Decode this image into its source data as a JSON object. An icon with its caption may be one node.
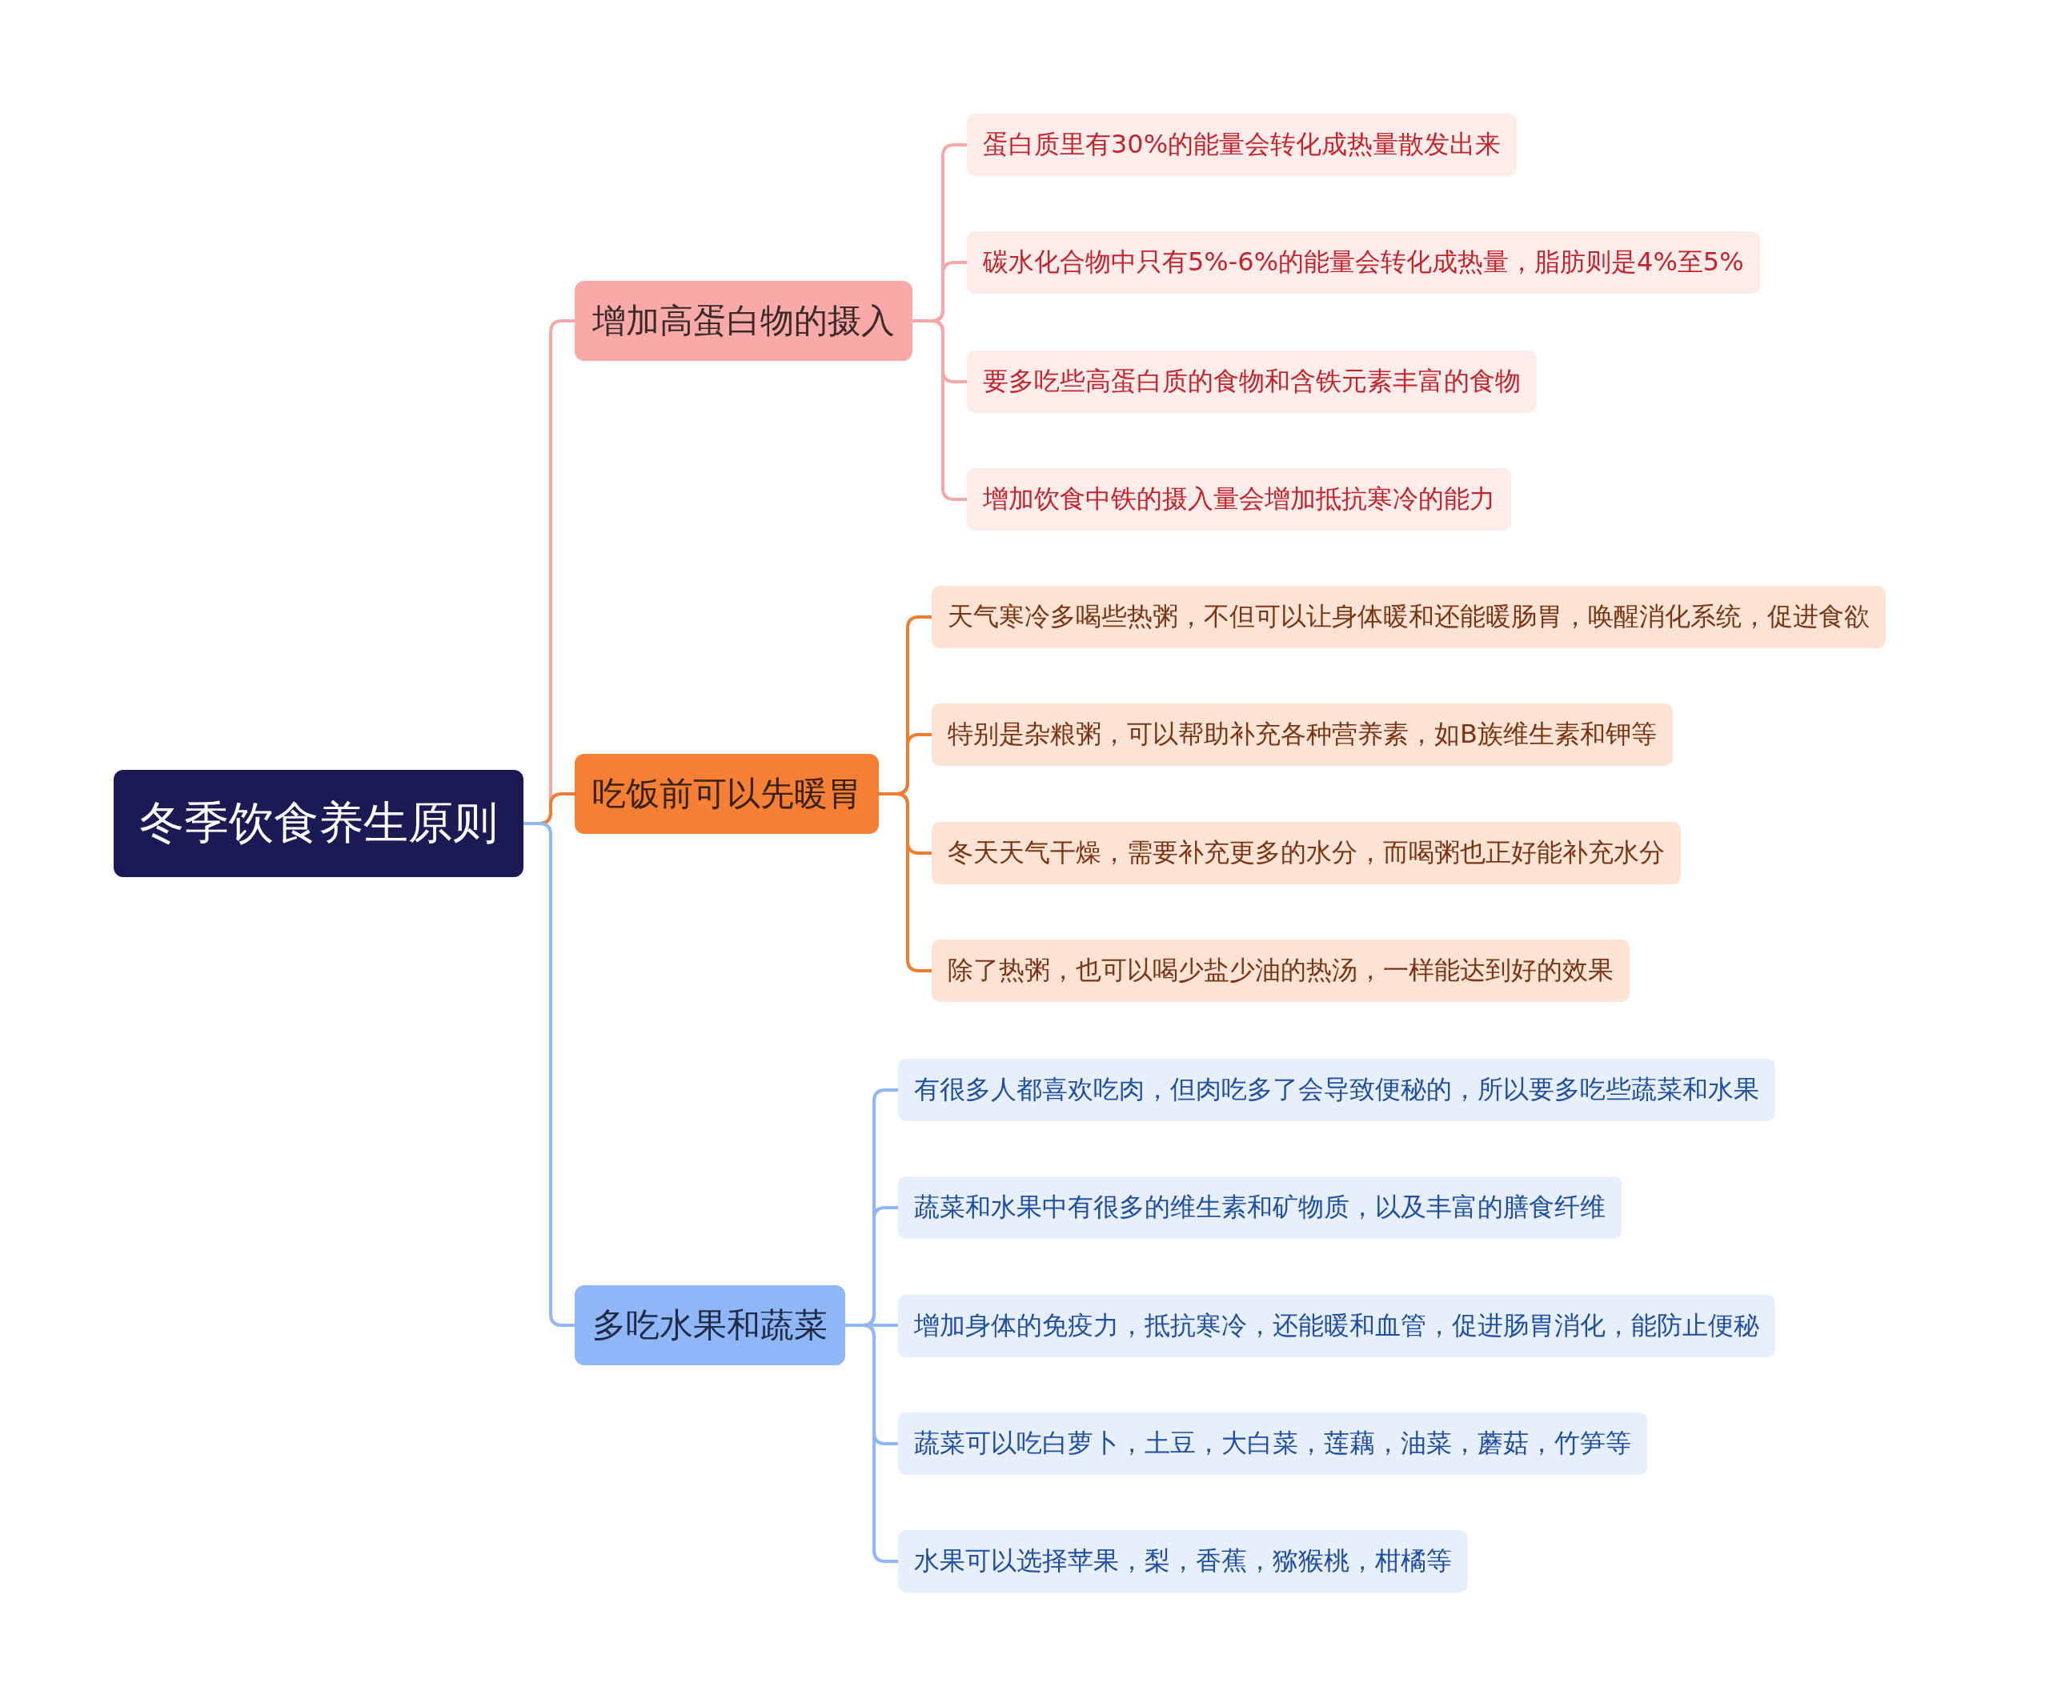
{
  "diagram": {
    "nodes": [
      {
        "text": [
          "冬季饮食养生原则"
        ]
      },
      {
        "text": [
          "增加高蛋白物的摄入"
        ]
      },
      {
        "text": [
          "蛋白质里有30%的能量会转化成热量散发出来"
        ]
      },
      {
        "text": [
          "碳水化合物中只有5%-6%的能量会转化成热量，脂肪则是4%至5%"
        ]
      },
      {
        "text": [
          "要多吃些高蛋白质的食物和含铁元素丰富的食物"
        ]
      },
      {
        "text": [
          "增加饮食中铁的摄入量会增加抵抗寒冷的能力"
        ]
      },
      {
        "text": [
          "吃饭前可以先暖胃"
        ]
      },
      {
        "text": [
          "天气寒冷多喝些热粥，不但可以让身体暖和还能暖肠胃，唤醒消化系统，促进食欲"
        ]
      },
      {
        "text": [
          "特别是杂粮粥，可以帮助补充各种营养素，如B族维生素和钾等"
        ]
      },
      {
        "text": [
          "冬天天气干燥，需要补充更多的水分，而喝粥也正好能补充水分"
        ]
      },
      {
        "text": [
          "除了热粥，也可以喝少盐少油的热汤，一样能达到好的效果"
        ]
      },
      {
        "text": [
          "多吃水果和蔬菜"
        ]
      },
      {
        "text": [
          "有很多人都喜欢吃肉，但肉吃多了会导致便秘的，所以要多吃些蔬菜和水果"
        ]
      },
      {
        "text": [
          "蔬菜和水果中有很多的维生素和矿物质，以及丰富的膳食纤维"
        ]
      },
      {
        "text": [
          "增加身体的免疫力，抵抗寒冷，还能暖和血管，促进肠胃消化，能防止便秘"
        ]
      },
      {
        "text": [
          "蔬菜可以吃白萝卜，土豆，大白菜，莲藕，油菜，蘑菇，竹笋等"
        ]
      },
      {
        "text": [
          "水果可以选择苹果，梨，香蕉，猕猴桃，柑橘等"
        ]
      }
    ],
    "edges": [
      {
        "from": 0,
        "to": 1,
        "arrow": "none",
        "color": "#f5a8a8"
      },
      {
        "from": 0,
        "to": 6,
        "arrow": "none",
        "color": "#ee7d33"
      },
      {
        "from": 0,
        "to": 11,
        "arrow": "none",
        "color": "#8fb6f5"
      },
      {
        "from": 1,
        "to": 2,
        "arrow": "none",
        "color": "#f5a8a8"
      },
      {
        "from": 1,
        "to": 3,
        "arrow": "none",
        "color": "#f5a8a8"
      },
      {
        "from": 1,
        "to": 4,
        "arrow": "none",
        "color": "#f5a8a8"
      },
      {
        "from": 1,
        "to": 5,
        "arrow": "none",
        "color": "#f5a8a8"
      },
      {
        "from": 6,
        "to": 7,
        "arrow": "none",
        "color": "#ee7d33"
      },
      {
        "from": 6,
        "to": 8,
        "arrow": "none",
        "color": "#ee7d33"
      },
      {
        "from": 6,
        "to": 9,
        "arrow": "none",
        "color": "#ee7d33"
      },
      {
        "from": 6,
        "to": 10,
        "arrow": "none",
        "color": "#ee7d33"
      },
      {
        "from": 11,
        "to": 12,
        "arrow": "none",
        "color": "#8fb6f5"
      },
      {
        "from": 11,
        "to": 13,
        "arrow": "none",
        "color": "#8fb6f5"
      },
      {
        "from": 11,
        "to": 14,
        "arrow": "none",
        "color": "#8fb6f5"
      },
      {
        "from": 11,
        "to": 15,
        "arrow": "none",
        "color": "#8fb6f5"
      },
      {
        "from": 11,
        "to": 16,
        "arrow": "none",
        "color": "#8fb6f5"
      }
    ]
  }
}
